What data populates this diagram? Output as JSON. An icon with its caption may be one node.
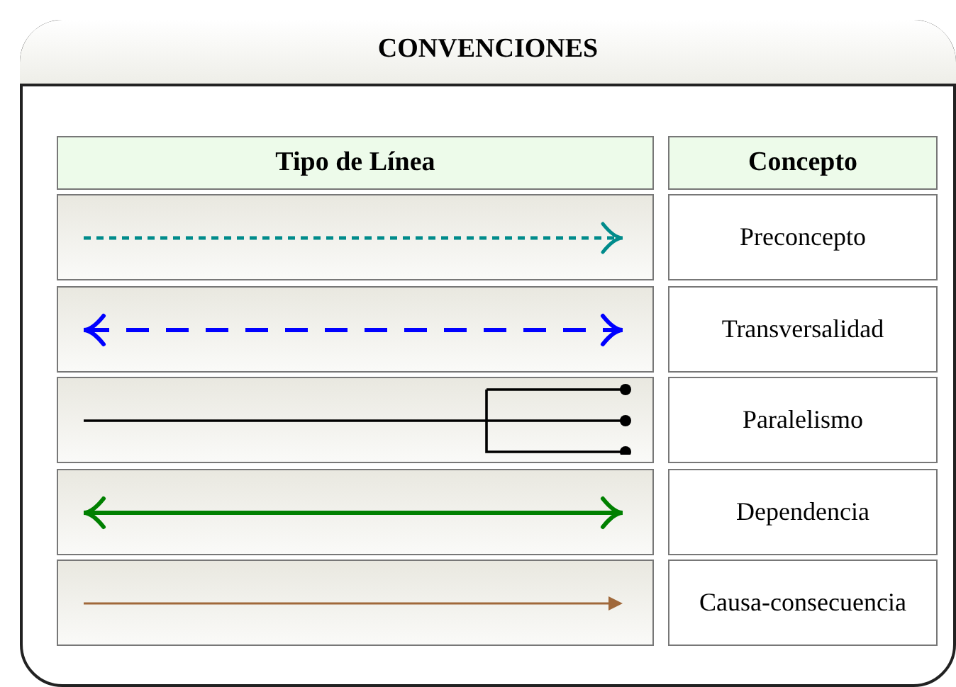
{
  "diagram": {
    "title": "CONVENCIONES",
    "labels": [
      "Tipo de Línea",
      "Concepto"
    ],
    "legend": [
      {
        "text": "Preconcepto"
      },
      {
        "text": "Transversalidad"
      },
      {
        "text": "Paralelismo"
      },
      {
        "text": "Dependencia"
      },
      {
        "text": "Causa-consecuencia"
      }
    ]
  }
}
